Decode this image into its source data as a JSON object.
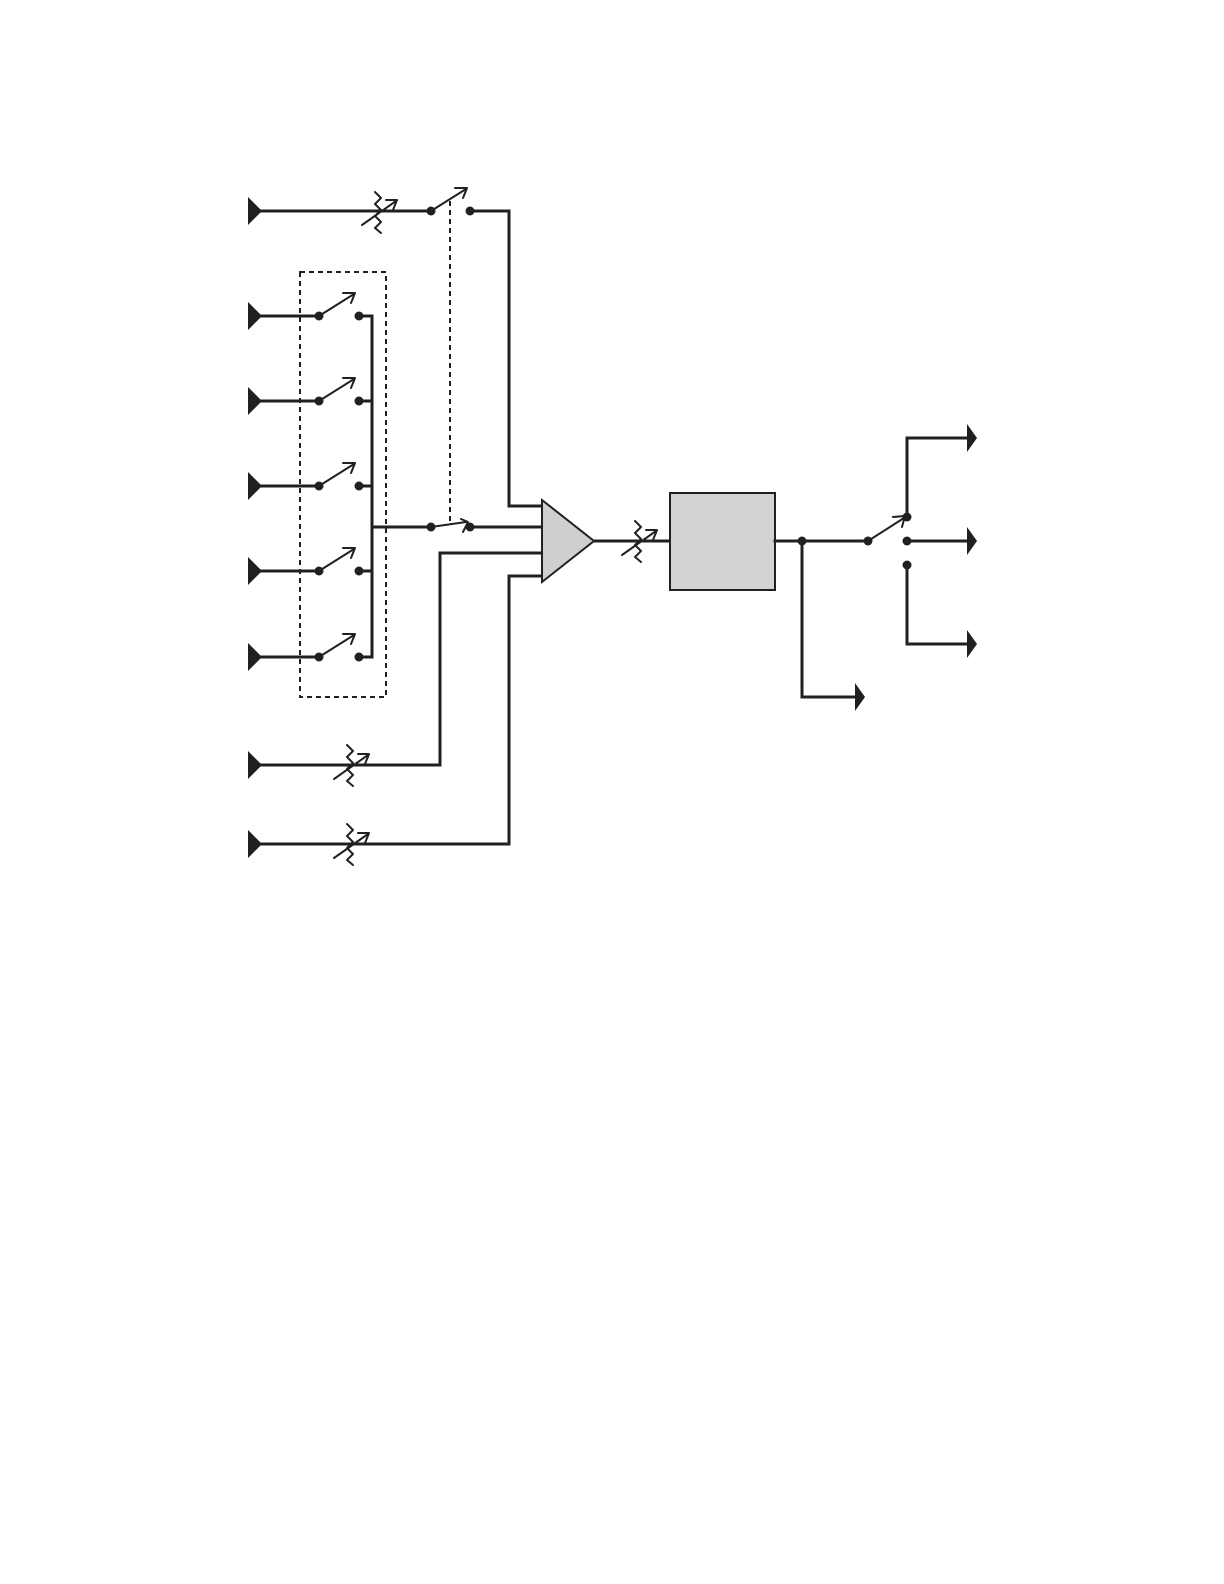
{
  "diagram": {
    "type": "signal-flow block diagram",
    "colors": {
      "line": "#231f20",
      "amplifier_fill": "#cfcfd0",
      "block_fill": "#d3d3d4",
      "background": "#ffffff"
    },
    "counts": {
      "inputs": 8,
      "outputs": 4,
      "switches": 7,
      "variable_controls": 4
    },
    "labels": []
  }
}
